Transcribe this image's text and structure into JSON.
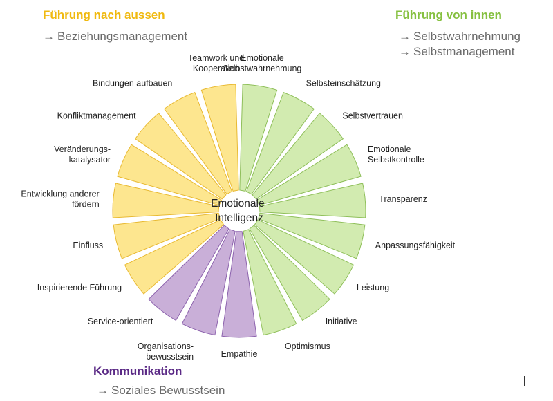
{
  "groups": {
    "outer": {
      "title": "Führung nach aussen",
      "items": [
        "Beziehungsmanagement"
      ],
      "color": "#f5c518"
    },
    "inner": {
      "title": "Führung von innen",
      "items": [
        "Selbstwahrnehmung",
        "Selbstmanagement"
      ],
      "color": "#8cc63f"
    },
    "comm": {
      "title": "Kommunikation",
      "items": [
        "Soziales Bewusstsein"
      ],
      "color": "#5b2a86"
    }
  },
  "arrow": "→",
  "center": [
    "Emotionale",
    "Intelligenz"
  ],
  "colors": {
    "yellow_fill": "#fde68f",
    "yellow_stroke": "#e8b931",
    "green_fill": "#d2ebb0",
    "green_stroke": "#8fbf5a",
    "purple_fill": "#c9afd8",
    "purple_stroke": "#8c62ad"
  },
  "segments": [
    {
      "label": [
        "Emotionale",
        "Selbstwahrnehmung"
      ],
      "group": "green"
    },
    {
      "label": [
        "Selbsteinschätzung"
      ],
      "group": "green"
    },
    {
      "label": [
        "Selbstvertrauen"
      ],
      "group": "green"
    },
    {
      "label": [
        "Emotionale",
        "Selbstkontrolle"
      ],
      "group": "green"
    },
    {
      "label": [
        "Transparenz"
      ],
      "group": "green"
    },
    {
      "label": [
        "Anpassungsfähigkeit"
      ],
      "group": "green"
    },
    {
      "label": [
        "Leistung"
      ],
      "group": "green"
    },
    {
      "label": [
        "Initiative"
      ],
      "group": "green"
    },
    {
      "label": [
        "Optimismus"
      ],
      "group": "green"
    },
    {
      "label": [
        "Empathie"
      ],
      "group": "purple"
    },
    {
      "label": [
        "Organisations-",
        "bewusstsein"
      ],
      "group": "purple"
    },
    {
      "label": [
        "Service-orientiert"
      ],
      "group": "purple"
    },
    {
      "label": [
        "Inspirierende Führung"
      ],
      "group": "yellow"
    },
    {
      "label": [
        "Einfluss"
      ],
      "group": "yellow"
    },
    {
      "label": [
        "Entwicklung anderer",
        "fördern"
      ],
      "group": "yellow"
    },
    {
      "label": [
        "Veränderungs-",
        "katalysator"
      ],
      "group": "yellow"
    },
    {
      "label": [
        "Konfliktmanagement"
      ],
      "group": "yellow"
    },
    {
      "label": [
        "Bindungen aufbauen"
      ],
      "group": "yellow"
    },
    {
      "label": [
        "Teamwork und",
        "Kooperation"
      ],
      "group": "yellow"
    }
  ]
}
